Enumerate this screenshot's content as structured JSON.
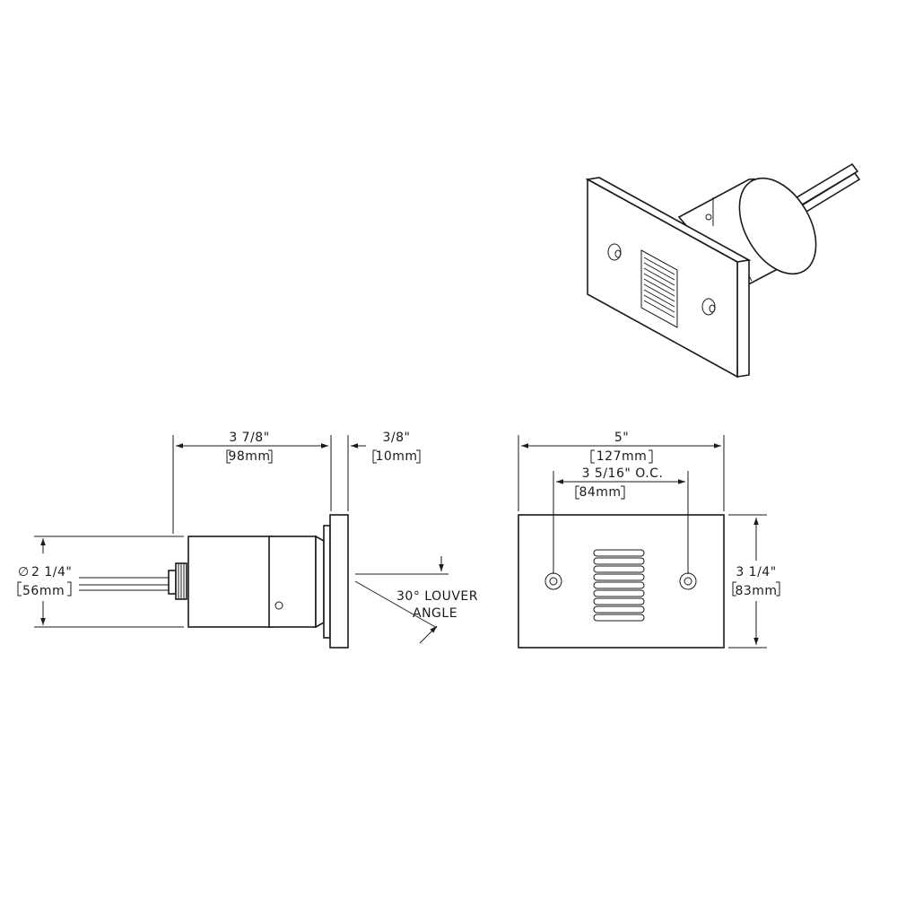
{
  "dimensions": {
    "body_length": {
      "imperial": "3 7/8\"",
      "metric": "98mm"
    },
    "flange_thickness": {
      "imperial": "3/8\"",
      "metric": "10mm"
    },
    "diameter": {
      "symbol": "∅",
      "imperial": "2 1/4\"",
      "metric": "56mm"
    },
    "louver": {
      "line1": "30° LOUVER",
      "line2": "ANGLE"
    },
    "faceplate_width": {
      "imperial": "5\"",
      "metric": "127mm"
    },
    "mount_spacing": {
      "imperial": "3 5/16\"  O.C.",
      "metric": "84mm"
    },
    "faceplate_height": {
      "imperial": "3 1/4\"",
      "metric": "83mm"
    }
  }
}
